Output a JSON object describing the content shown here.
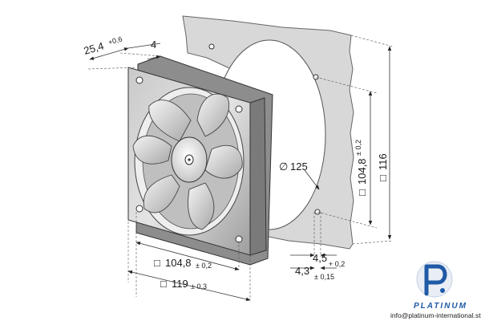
{
  "dimensions": {
    "depth": "25,4",
    "depth_tol": "+0,6",
    "flange": "4",
    "mount_hole_spacing": "104,8",
    "mount_hole_spacing_tol": "± 0,2",
    "frame_size": "119",
    "frame_size_tol": "± 0,3",
    "cutout_diameter": "125",
    "panel_hole_spacing": "104,8",
    "panel_hole_spacing_tol": "± 0,2",
    "panel_size": "116",
    "hole_dia_a": "4,5",
    "hole_dia_a_tol": "+ 0,2",
    "hole_dia_b": "4,3",
    "hole_dia_b_tol": "± 0,15"
  },
  "symbols": {
    "square": "□",
    "diameter": "∅"
  },
  "brand": {
    "name": "PLATINUM",
    "url": "info@platinum-international.store",
    "logo_color": "#1f5aa6"
  }
}
